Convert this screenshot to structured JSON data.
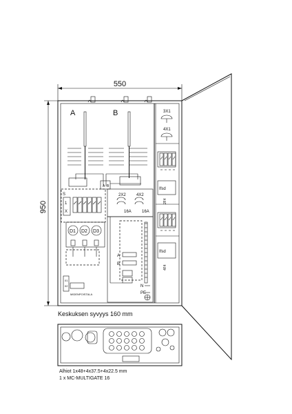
{
  "dimensions": {
    "width_label": "550",
    "height_label": "950"
  },
  "sections": {
    "a": "A",
    "b": "B"
  },
  "labels": {
    "depth": "Keskuksen syvyys 160 mm",
    "entries": "Alhiot 1x48+4x37.5+4x22.5 mm",
    "multigate": "1 x MC-MULTIGATE 16",
    "d1": "D1",
    "d2": "D2",
    "d3": "D3",
    "fuse_2x2": "2X2",
    "fuse_4x2": "4X2",
    "fuse_16a_1": "16A",
    "fuse_16a_2": "16A",
    "socket_3x1": "3X1",
    "socket_4x1": "4X1",
    "ifsd_1": "Ifsd",
    "ifsd_2": "Ifsd",
    "side_1": "2F4",
    "side_2": "4F4",
    "n": "N",
    "pe": "PE",
    "a_marker": "A",
    "b_marker": "B",
    "mark_s": "S",
    "mark_a": "A",
    "mark_b": "B",
    "mark_1": "1",
    "mark_x": "X",
    "mark_01": "01",
    "mark_02": "02",
    "meter": "MIDENPOISTALA"
  }
}
